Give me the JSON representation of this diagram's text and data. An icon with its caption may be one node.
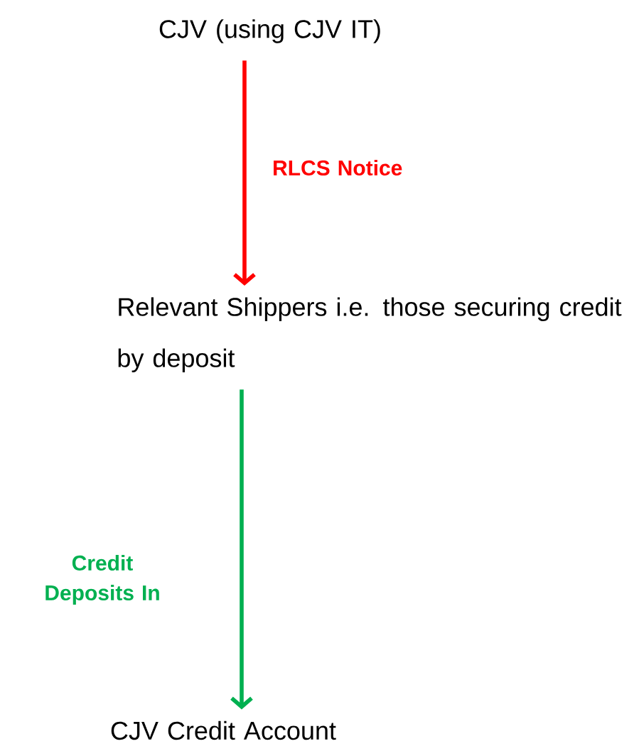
{
  "diagram": {
    "nodes": [
      {
        "text": [
          "CJV (using CJV IT)"
        ]
      },
      {
        "text": [
          "Relevant Shippers i.e. those securing credit by deposit"
        ]
      },
      {
        "text": [
          "CJV Credit Account"
        ]
      }
    ],
    "edges": [
      {
        "from": 0,
        "to": 1,
        "arrow": "to",
        "label": "RLCS Notice",
        "color": "#ff0000"
      },
      {
        "from": 1,
        "to": 2,
        "arrow": "to",
        "label": "Credit Deposits In",
        "color": "#00b050"
      }
    ]
  }
}
